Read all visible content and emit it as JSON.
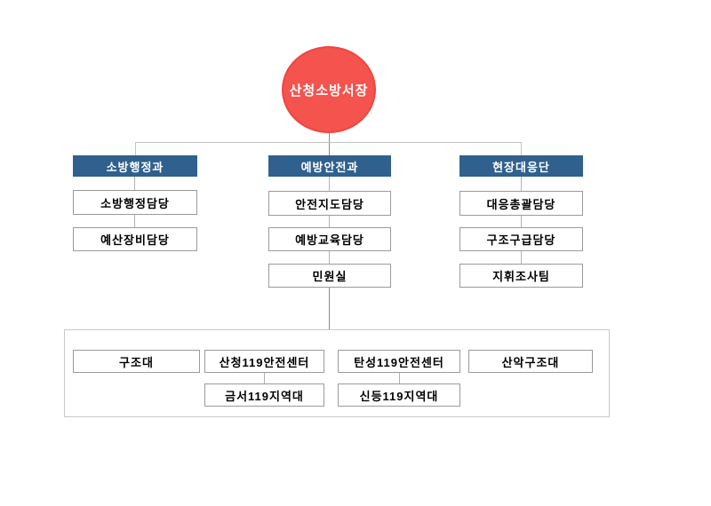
{
  "org": {
    "root": "산청소방서장",
    "departments": [
      {
        "name": "소방행정과",
        "children": [
          "소방행정담당",
          "예산장비담당"
        ]
      },
      {
        "name": "예방안전과",
        "children": [
          "안전지도담당",
          "예방교육담당",
          "민원실"
        ]
      },
      {
        "name": "현장대응단",
        "children": [
          "대응총괄담당",
          "구조구급담당",
          "지휘조사팀"
        ]
      }
    ],
    "field_units": {
      "row1": [
        "구조대",
        "산청119안전센터",
        "탄성119안전센터",
        "산악구조대"
      ],
      "row2": [
        "금서119지역대",
        "신등119지역대"
      ]
    }
  },
  "colors": {
    "root_fill": "#f5534e",
    "root_border": "#f0453f",
    "dept_fill": "#2f608e",
    "box_border": "#9a9a9a",
    "group_border": "#c9c9c9",
    "connector": "#c4c4c4",
    "stem": "#8c8c8c",
    "text_dark": "#000000",
    "text_light": "#ffffff"
  }
}
